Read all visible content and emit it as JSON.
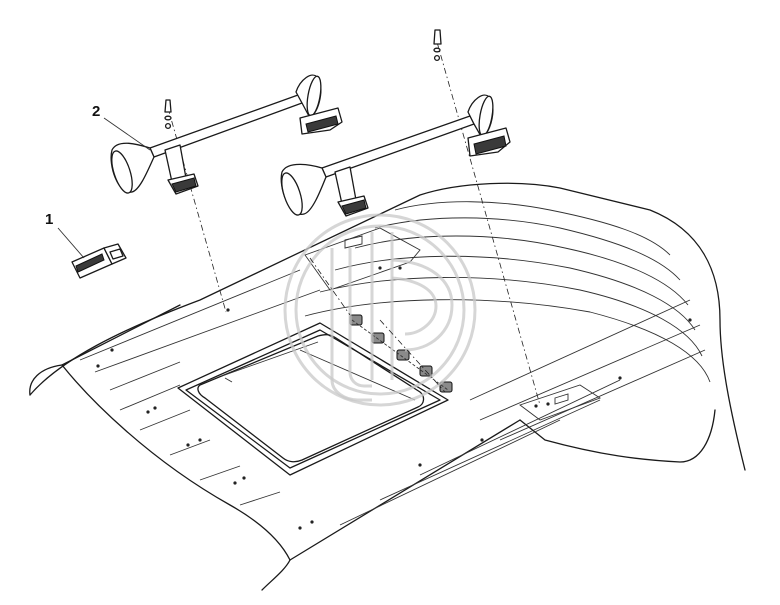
{
  "callouts": [
    {
      "id": "1",
      "label": "1"
    },
    {
      "id": "2",
      "label": "2"
    }
  ],
  "colors": {
    "line": "#1a1a1a",
    "background": "#ffffff",
    "watermark": "#c8c8c8"
  },
  "icons": [
    "watermark-logo-icon"
  ]
}
